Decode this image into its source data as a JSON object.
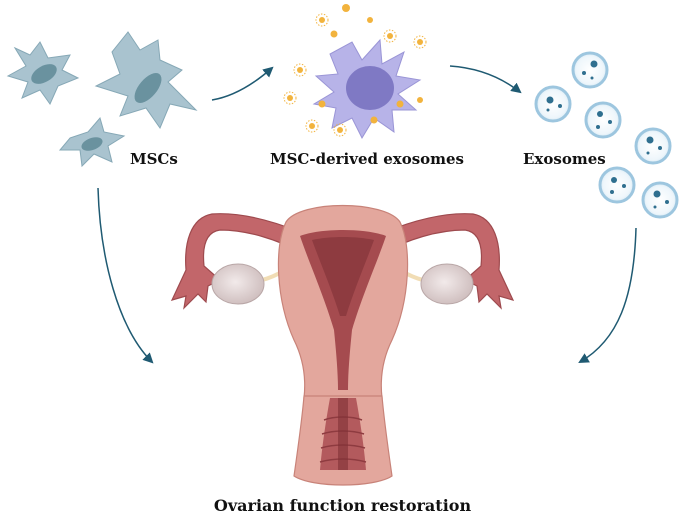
{
  "labels": {
    "mscs": "MSCs",
    "msc_exosomes": "MSC-derived exosomes",
    "exosomes": "Exosomes",
    "outcome": "Ovarian function restoration"
  },
  "colors": {
    "msc_cell": "#a9c3cf",
    "msc_nucleus": "#6a929f",
    "exo_cell": "#b7b3e8",
    "exo_nucleus": "#7f79c4",
    "vesicle_dot": "#f2b33d",
    "exosome_ring": "#9dc6df",
    "exosome_core": "#2f6f8f",
    "arrow": "#1f5a72",
    "uterus_outer": "#e3a79d",
    "uterus_inner": "#a54b4f",
    "ovary": "#e2d6d6"
  }
}
